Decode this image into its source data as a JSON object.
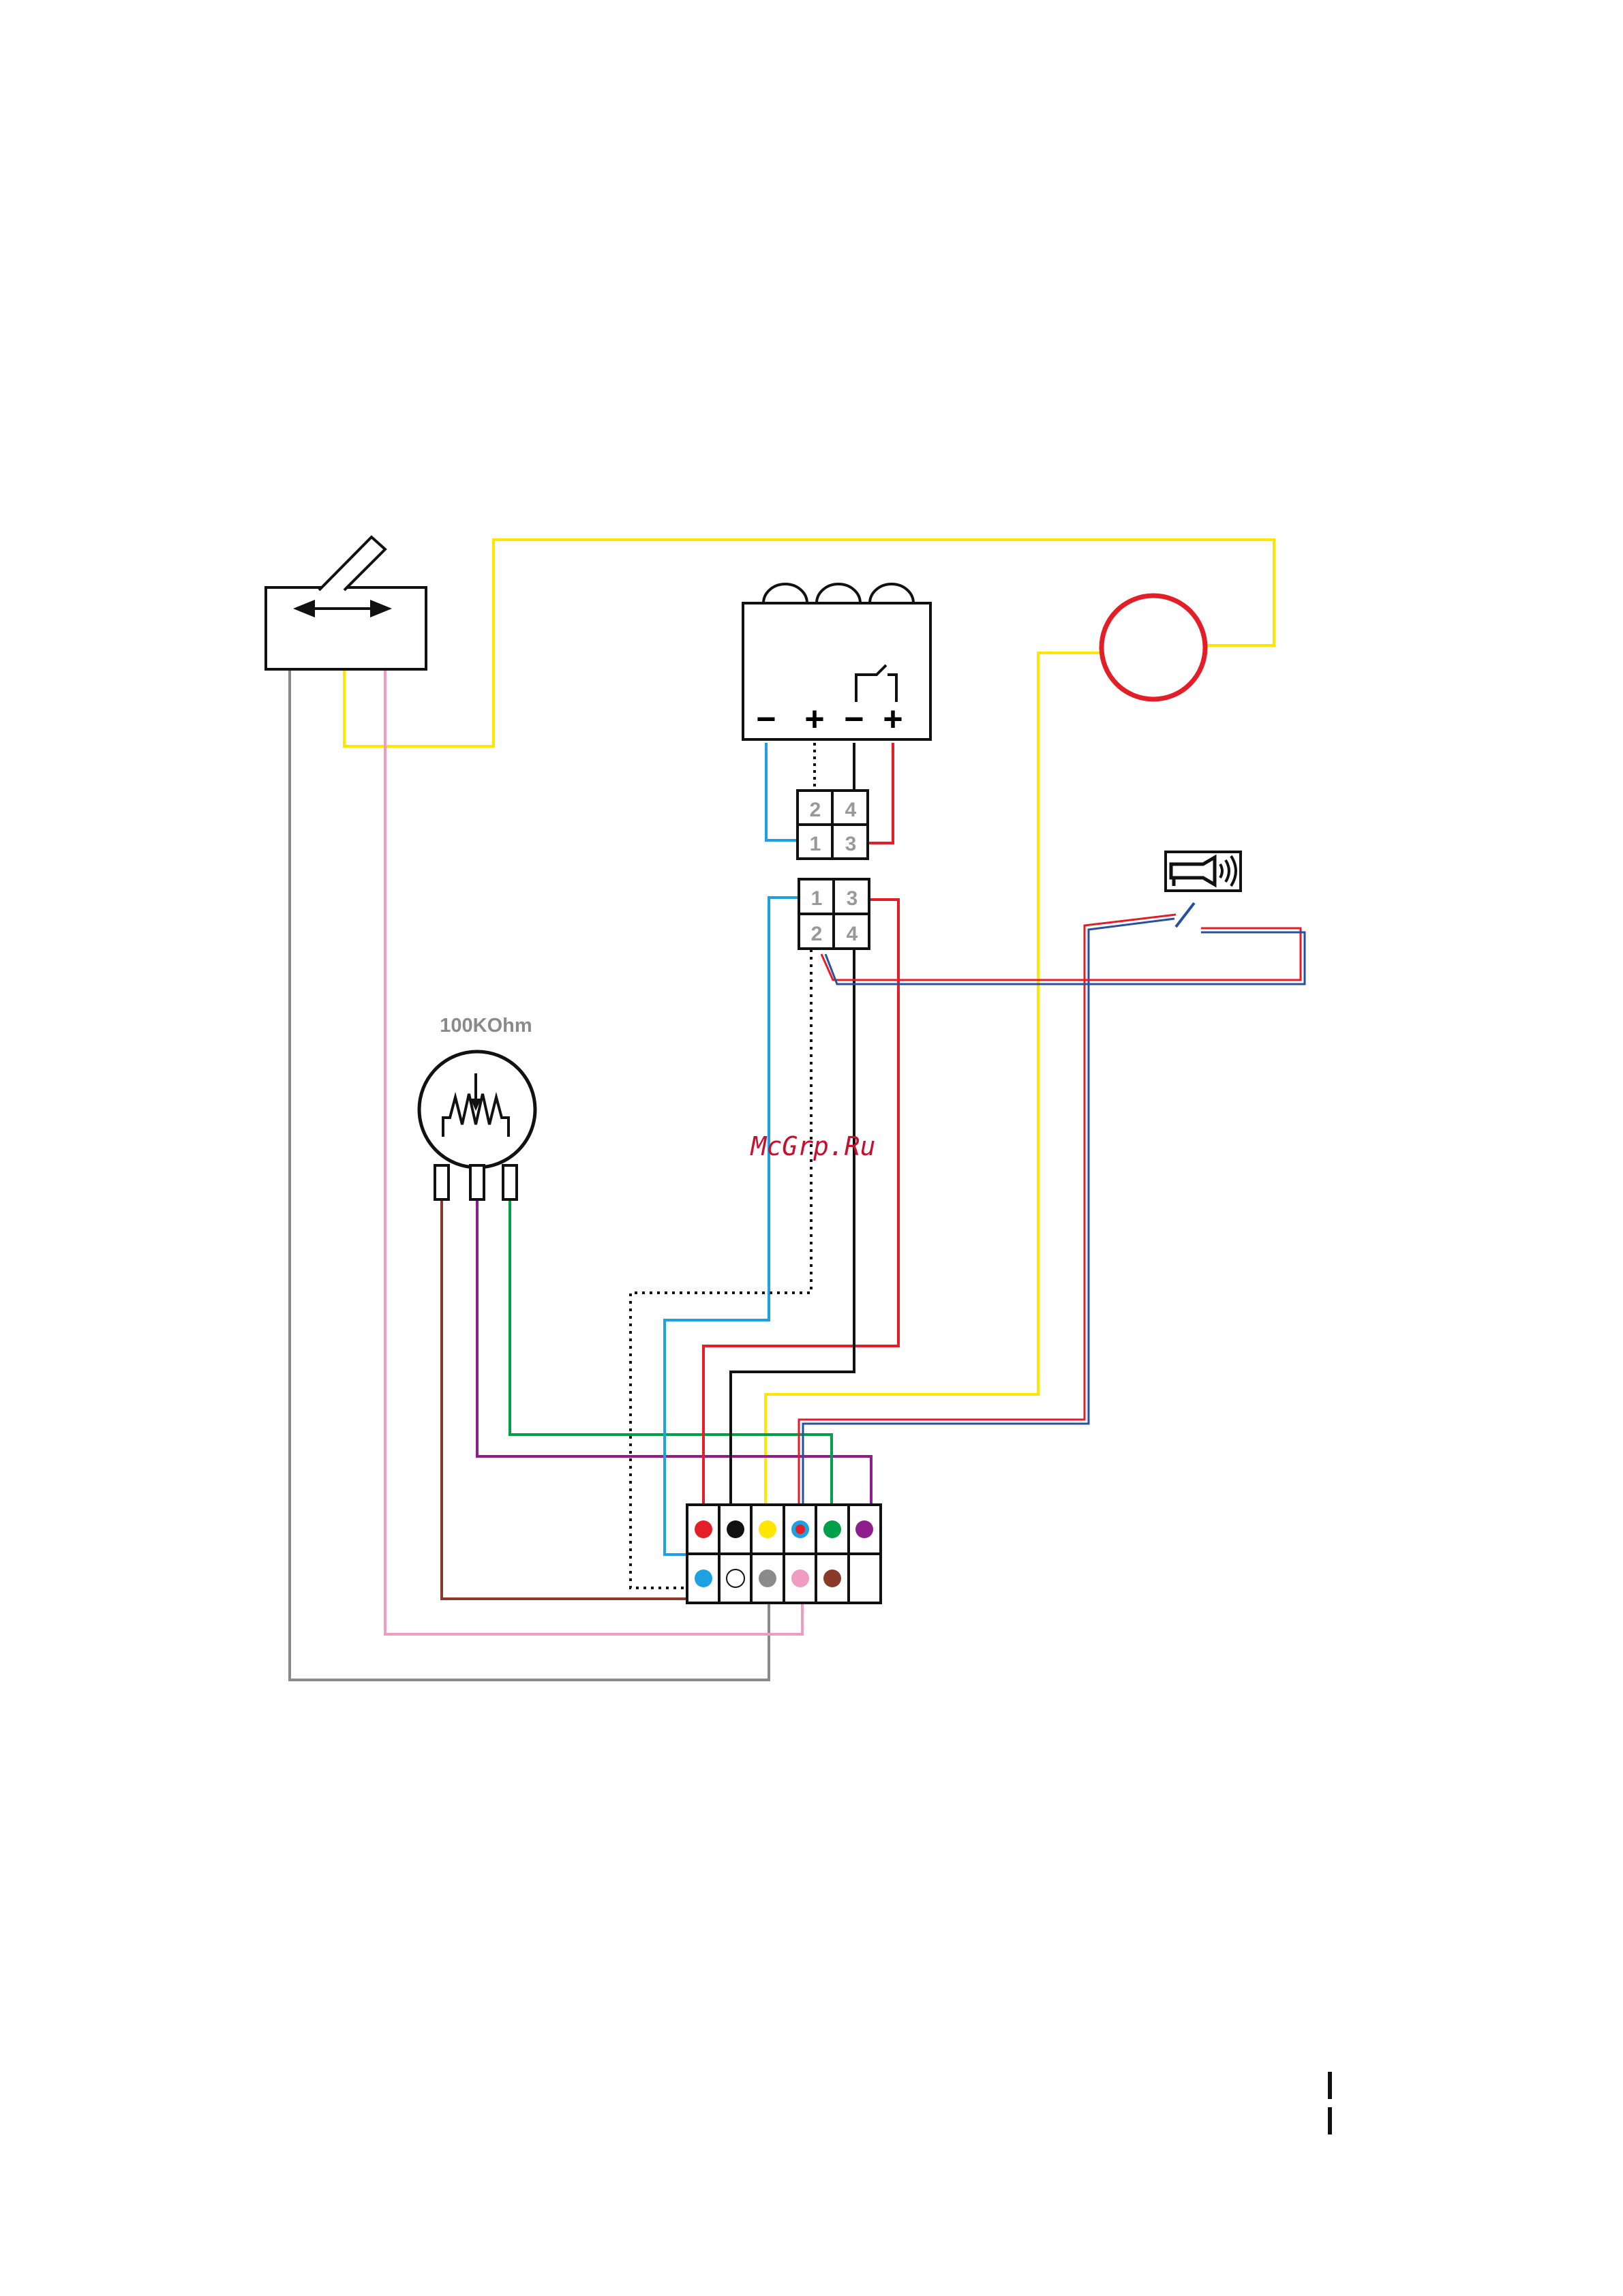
{
  "potentiometer": {
    "label": "100KOhm"
  },
  "relay": {
    "terminals": [
      "−",
      "+",
      "−",
      "+"
    ]
  },
  "connector_upper": {
    "pins": [
      "2",
      "4",
      "1",
      "3"
    ]
  },
  "connector_lower": {
    "pins": [
      "1",
      "3",
      "2",
      "4"
    ]
  },
  "watermark": "McGrp.Ru",
  "colors": {
    "yellow": "#ffe600",
    "red": "#e41e26",
    "blue": "#1da1e2",
    "black": "#111111",
    "pink": "#f09ac4",
    "grey": "#8a8a8a",
    "brown": "#8b3a2a",
    "purple": "#8e1e8c",
    "green": "#00a04a",
    "white": "#ffffff",
    "navy": "#2a4fa0"
  },
  "terminal_block": {
    "top_row": [
      "red",
      "black",
      "yellow",
      "blue-red",
      "green",
      "purple"
    ],
    "bottom_row": [
      "blue",
      "white",
      "grey",
      "pink",
      "brown",
      "none"
    ]
  },
  "icons": [
    "toggle-switch-icon",
    "relay-icon",
    "lamp-icon",
    "horn-icon",
    "potentiometer-icon"
  ]
}
